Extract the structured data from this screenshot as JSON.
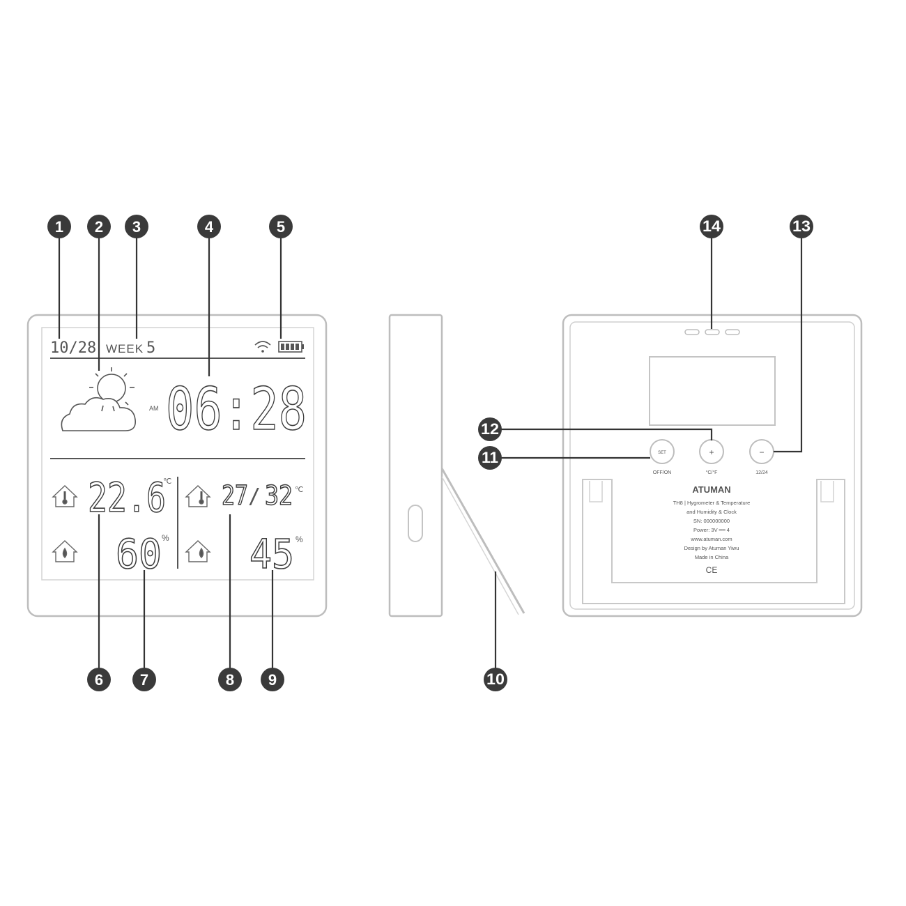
{
  "callouts": [
    "1",
    "2",
    "3",
    "4",
    "5",
    "6",
    "7",
    "8",
    "9",
    "10",
    "11",
    "12",
    "13",
    "14"
  ],
  "front_display": {
    "date": "10/28",
    "week_label": "WEEK",
    "week_value": "5",
    "ampm": "AM",
    "time": "06:28",
    "indoor_temp": "22.6",
    "indoor_temp_unit": "℃",
    "indoor_humidity": "60",
    "indoor_humidity_unit": "%",
    "outdoor_temp_low": "27",
    "outdoor_temp_high": "32",
    "outdoor_temp_unit": "℃",
    "outdoor_humidity": "45",
    "outdoor_humidity_unit": "%"
  },
  "back_panel": {
    "buttons": [
      {
        "symbol": "SET",
        "label": "OFF/ON"
      },
      {
        "symbol": "+",
        "label": "°C/°F"
      },
      {
        "symbol": "−",
        "label": "12/24"
      }
    ],
    "brand": "ATUMAN",
    "ce_mark": "CE",
    "label_lines": [
      "TH8 | Hygrometer & Temperature",
      "and Humidity & Clock",
      "SN: 000000000",
      "Power: 3V ━━ 4",
      "www.atuman.com",
      "Design by Atuman Yiwu",
      "Made in China"
    ]
  }
}
